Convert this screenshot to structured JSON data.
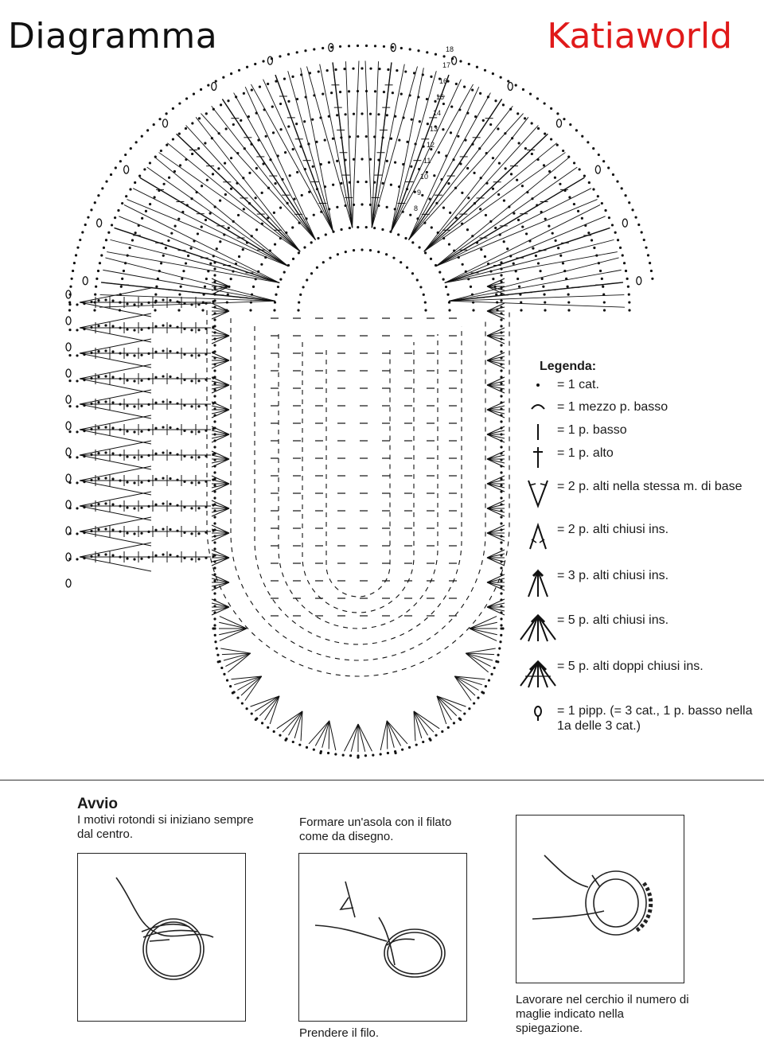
{
  "header": {
    "title": "Diagramma",
    "brand": "Katiaworld",
    "brand_color": "#e01a1a"
  },
  "diagram": {
    "description_icon": "crochet-stitch-chart"
  },
  "legend": {
    "title": "Legenda:",
    "items": [
      {
        "symbol": "chain-dot-icon",
        "text": "= 1 cat."
      },
      {
        "symbol": "half-double-icon",
        "text": "= 1 mezzo p. basso"
      },
      {
        "symbol": "single-crochet-icon",
        "text": "= 1 p. basso"
      },
      {
        "symbol": "double-crochet-icon",
        "text": "= 1 p. alto"
      },
      {
        "symbol": "v-stitch-icon",
        "text": "= 2 p. alti nella stessa m. di base"
      },
      {
        "symbol": "dc2tog-icon",
        "text": "= 2 p. alti chiusi ins."
      },
      {
        "symbol": "dc3tog-icon",
        "text": "= 3 p. alti chiusi ins."
      },
      {
        "symbol": "dc5tog-icon",
        "text": "= 5 p. alti chiusi ins."
      },
      {
        "symbol": "tr5tog-icon",
        "text": "= 5 p. alti doppi chiusi ins."
      },
      {
        "symbol": "picot-icon",
        "text": "= 1 pipp. (= 3 cat., 1 p. basso nella 1a delle 3 cat.)"
      }
    ]
  },
  "avvio": {
    "title": "Avvio",
    "caption1": "I motivi rotondi si iniziano sempre dal centro.",
    "caption2": "Formare un'asola con il filato come da disegno.",
    "caption3": "Prendere il filo.",
    "caption4": "Lavorare nel cerchio il numero di maglie indicato nella spiegazione."
  }
}
